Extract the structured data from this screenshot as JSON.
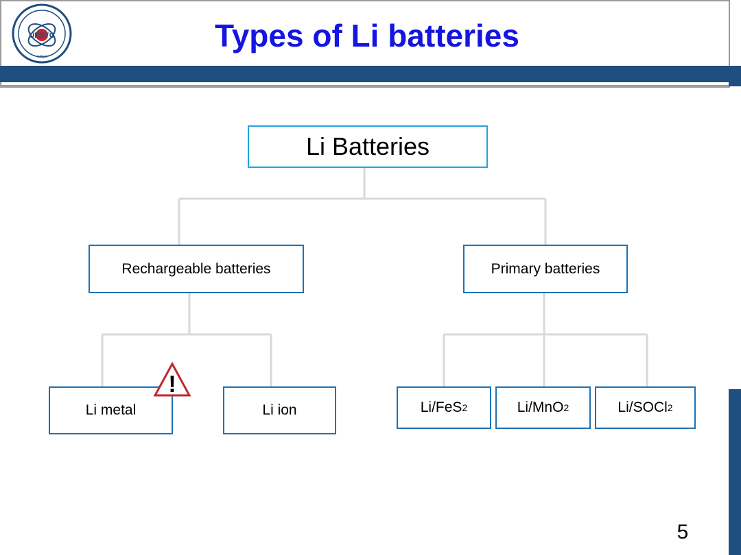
{
  "slide": {
    "title": "Types of Li batteries",
    "page_number": "5",
    "logo": {
      "text": "UESTC",
      "year": "1956"
    }
  },
  "diagram": {
    "root": "Li Batteries",
    "rechargeable": "Rechargeable batteries",
    "primary": "Primary batteries",
    "li_metal": "Li metal",
    "li_ion": "Li ion",
    "li_fes2": {
      "base": "Li/FeS",
      "sub": "2"
    },
    "li_mno2": {
      "base": "Li/MnO",
      "sub": "2"
    },
    "li_socl2": {
      "base": "Li/SOCl",
      "sub": "2"
    },
    "warning_symbol": "!"
  },
  "colors": {
    "title": "#1515e0",
    "header_band": "#1f4e80",
    "box_border": "#1c72b5",
    "root_border": "#24a3dc",
    "connector": "#d9d9d9",
    "warning": "#c0272d"
  }
}
